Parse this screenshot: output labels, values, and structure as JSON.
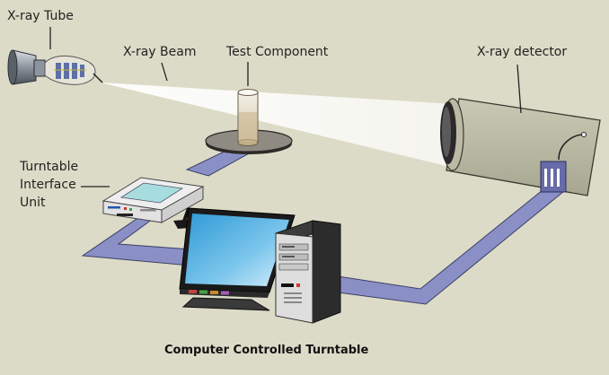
{
  "labels": {
    "tube": "X-ray Tube",
    "beam": "X-ray Beam",
    "component": "Test Component",
    "detector": "X-ray detector",
    "interface_line1": "Turntable",
    "interface_line2": "Interface",
    "interface_line3": "Unit"
  },
  "caption": "Computer Controlled Turntable",
  "colors": {
    "background": "#dcdbc7",
    "cable": "#8a90c6",
    "beam": "#ffffff",
    "screen": "#2f9ad6"
  }
}
